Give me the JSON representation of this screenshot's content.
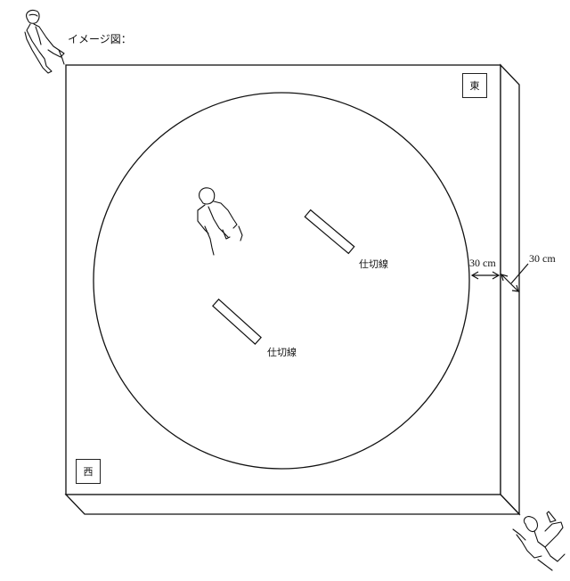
{
  "caption": "イメージ図：",
  "directions": {
    "east": "東",
    "west": "西"
  },
  "partitions": [
    {
      "label": "仕切線"
    },
    {
      "label": "仕切線"
    }
  ],
  "dimensions": {
    "circle_to_edge": "30 cm",
    "edge_width": "30 cm"
  },
  "figures": [
    "person-standing-topleft",
    "person-in-circle",
    "person-crouching-bottomright"
  ],
  "colors": {
    "line": "#111111",
    "background": "#ffffff"
  }
}
